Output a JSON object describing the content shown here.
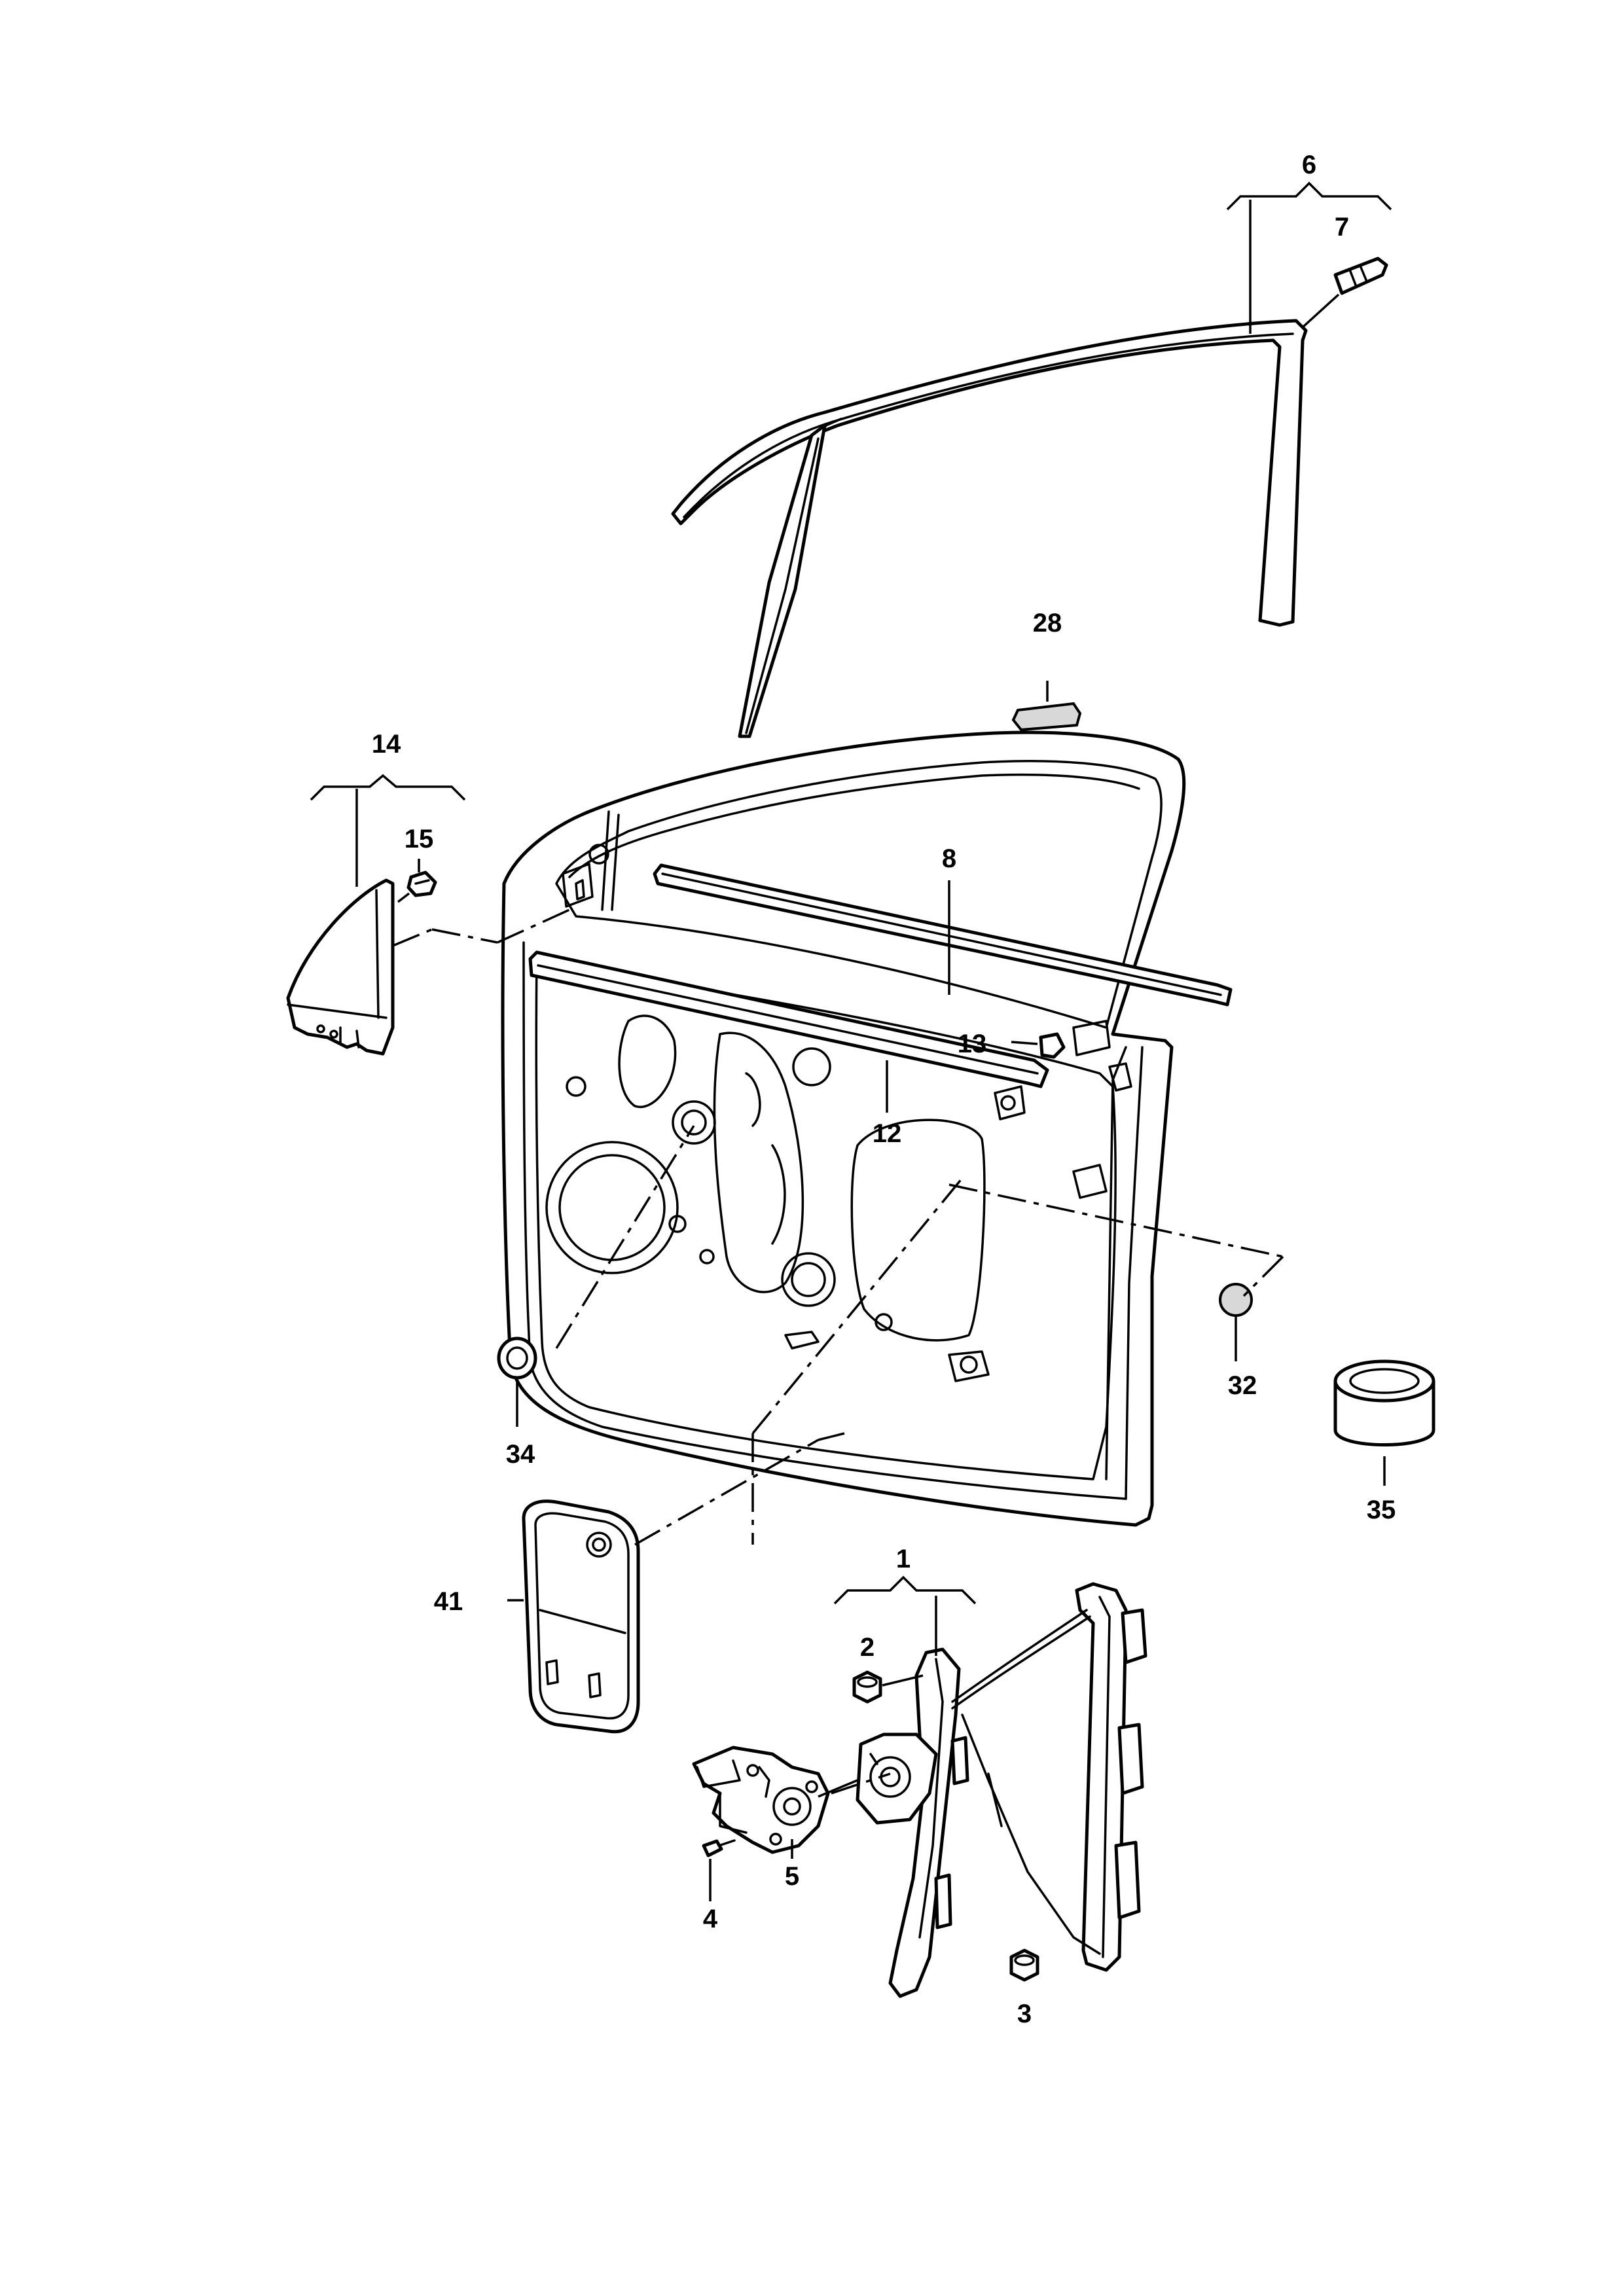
{
  "diagram": {
    "callouts": [
      {
        "id": "c1",
        "label": "1"
      },
      {
        "id": "c2",
        "label": "2"
      },
      {
        "id": "c3",
        "label": "3"
      },
      {
        "id": "c4",
        "label": "4"
      },
      {
        "id": "c5",
        "label": "5"
      },
      {
        "id": "c6",
        "label": "6"
      },
      {
        "id": "c7",
        "label": "7"
      },
      {
        "id": "c8",
        "label": "8"
      },
      {
        "id": "c12",
        "label": "12"
      },
      {
        "id": "c13",
        "label": "13"
      },
      {
        "id": "c14",
        "label": "14"
      },
      {
        "id": "c15",
        "label": "15"
      },
      {
        "id": "c28",
        "label": "28"
      },
      {
        "id": "c32",
        "label": "32"
      },
      {
        "id": "c34",
        "label": "34"
      },
      {
        "id": "c35",
        "label": "35"
      },
      {
        "id": "c41",
        "label": "41"
      }
    ]
  }
}
